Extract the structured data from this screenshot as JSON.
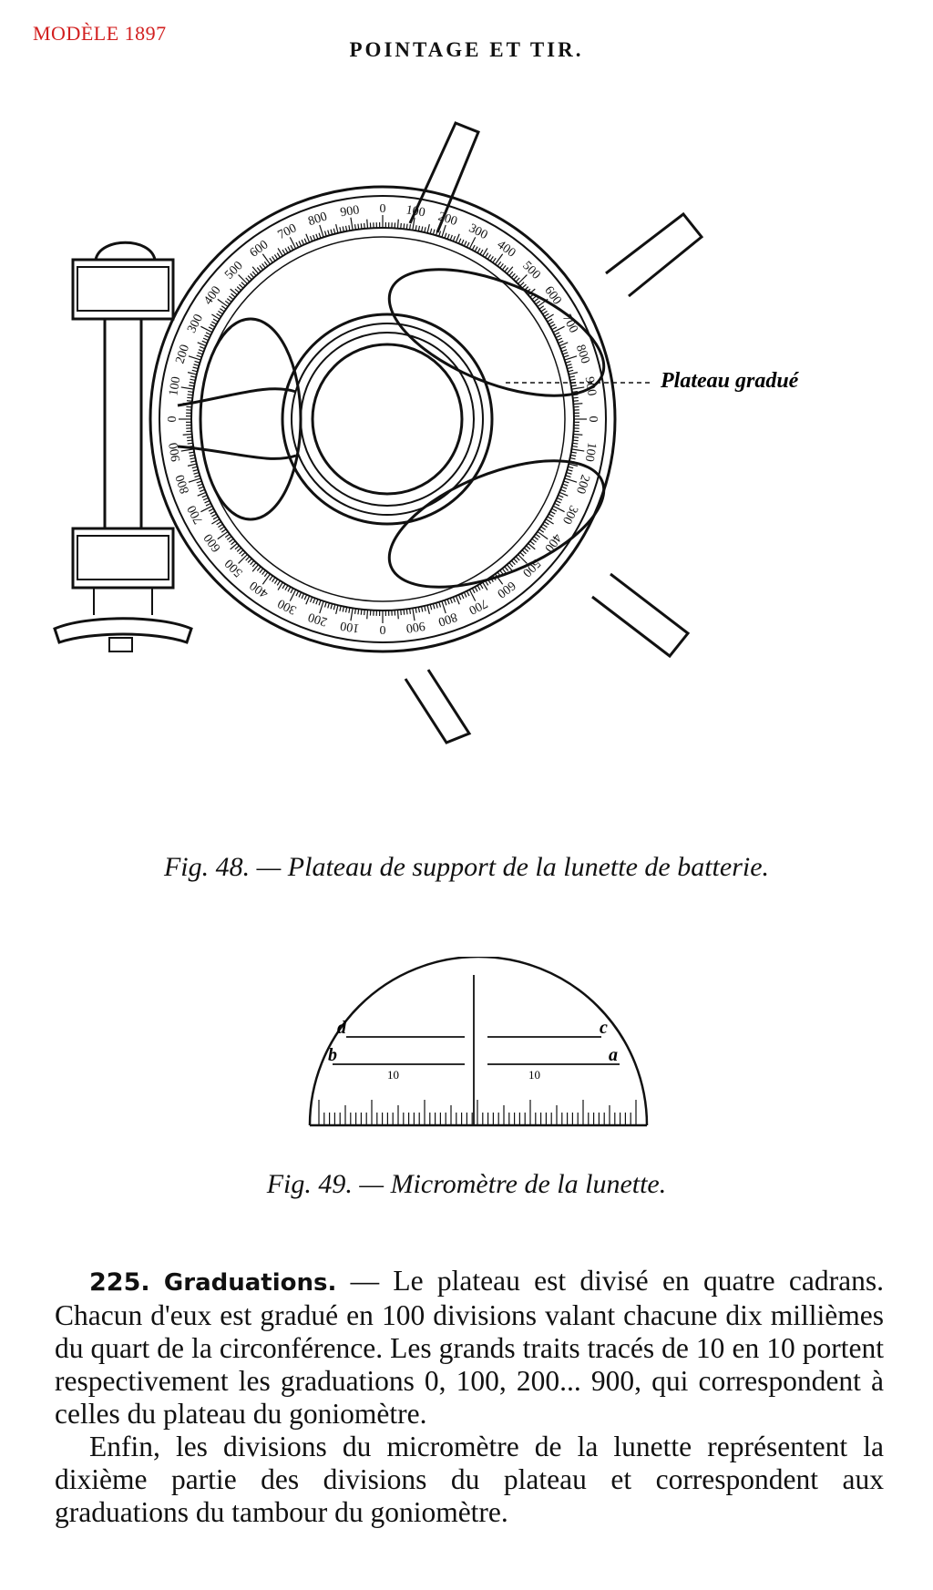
{
  "stamp": "MODÈLE 1897",
  "running_header": "POINTAGE ET TIR.",
  "figure48": {
    "caption": "Fig. 48. — Plateau de support de la lunette de batterie.",
    "label_plateau": "Plateau gradué",
    "scale_labels": [
      "0",
      "100",
      "200",
      "300",
      "400",
      "500",
      "600",
      "700",
      "800",
      "900"
    ]
  },
  "figure49": {
    "caption": "Fig. 49. — Micromètre de la lunette.",
    "letters": {
      "a": "a",
      "b": "b",
      "c": "c",
      "d": "d"
    },
    "ten_label": "10"
  },
  "paragraphs": {
    "p1_number": "225.",
    "p1_title": "Graduations.",
    "p1_text": " — Le plateau est divisé en quatre cadrans. Chacun d'eux est gradué en 100 divisions valant chacune dix millièmes du quart de la circonférence. Les grands traits tracés de 10 en 10 portent respectivement les graduations 0, 100, 200... 900, qui correspondent à celles du plateau du goniomètre.",
    "p2_text": "Enfin, les divisions du micromètre de la lunette représentent la dixième partie des divisions du plateau et correspondent aux graduations du tambour du goniomètre."
  }
}
